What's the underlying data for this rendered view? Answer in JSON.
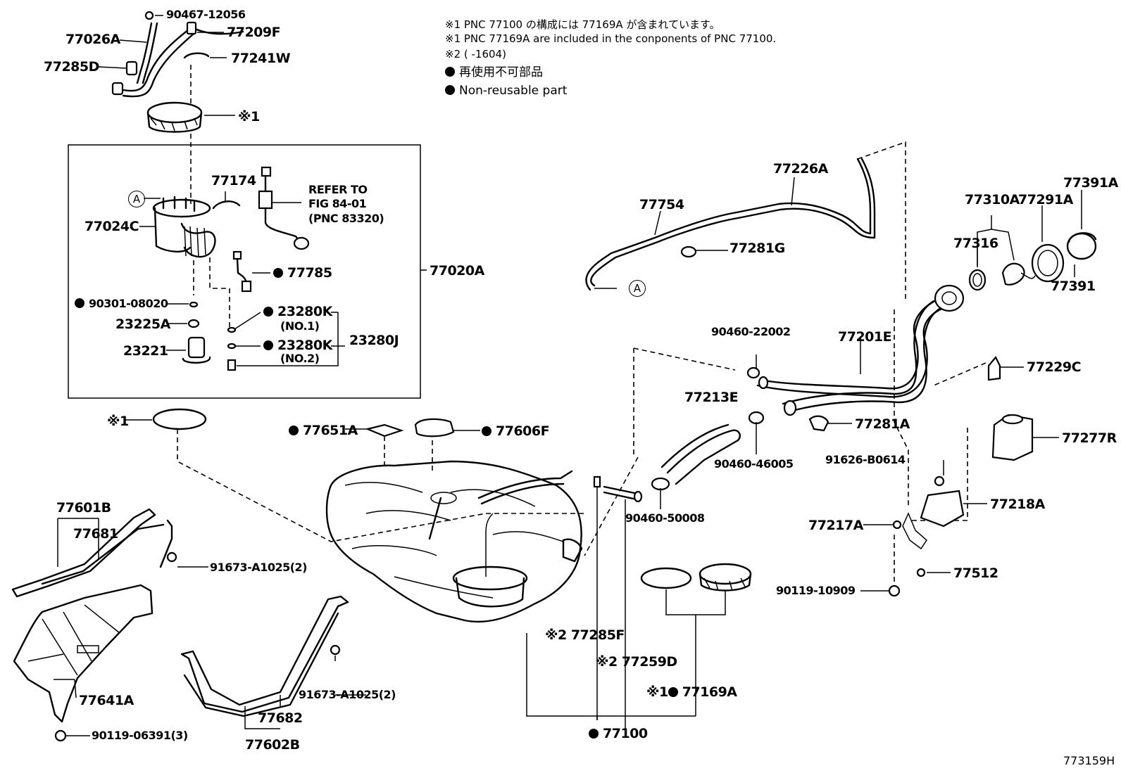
{
  "notes": {
    "line1": "※1 PNC 77100 の構成には 77169A が含まれています。",
    "line2": "※1 PNC 77169A are included in the conponents of PNC 77100.",
    "line3": "※2 (      -1604)",
    "legend_jp": "再使用不可部品",
    "legend_en": "Non-reusable part"
  },
  "refer": {
    "line1": "REFER TO",
    "line2": "FIG 84-01",
    "line3": "(PNC 83320)"
  },
  "figure_id": "773159H",
  "marker_a": "A",
  "labels": {
    "p90467_12056": "90467-12056",
    "p77026A": "77026A",
    "p77209F": "77209F",
    "p77285D": "77285D",
    "p77241W": "77241W",
    "ring_note_top": "※1",
    "p77174": "77174",
    "p77024C": "77024C",
    "p77785": "77785",
    "p77020A": "77020A",
    "p90301_08020": "90301-08020",
    "p23225A": "23225A",
    "p23280K_1": "23280K",
    "no1": "(NO.1)",
    "p23280K_2": "23280K",
    "no2": "(NO.2)",
    "p23280J": "23280J",
    "p23221": "23221",
    "ring_note_left": "※1",
    "p77651A": "77651A",
    "p77606F": "77606F",
    "p77601B": "77601B",
    "p77681": "77681",
    "p91673_A1025_a": "91673-A1025(2)",
    "p77641A": "77641A",
    "p90119_06391": "90119-06391(3)",
    "p91673_A1025_b": "91673-A1025(2)",
    "p77682": "77682",
    "p77602B": "77602B",
    "p77754": "77754",
    "p77226A": "77226A",
    "p77281G": "77281G",
    "p77310A": "77310A",
    "p77291A": "77291A",
    "p77391A": "77391A",
    "p77316": "77316",
    "p77391": "77391",
    "p90460_22002": "90460-22002",
    "p77201E": "77201E",
    "p77229C": "77229C",
    "p77213E": "77213E",
    "p77281A": "77281A",
    "p77277R": "77277R",
    "p90460_46005": "90460-46005",
    "p91626_B0614": "91626-B0614",
    "p77218A": "77218A",
    "p90460_50008": "90460-50008",
    "p77217A": "77217A",
    "p77512": "77512",
    "p90119_10909": "90119-10909",
    "p77285F": "77285F",
    "p77259D": "77259D",
    "p77169A": "77169A",
    "p77100": "77100",
    "mark2a": "※2",
    "mark2b": "※2",
    "mark1c": "※1"
  }
}
